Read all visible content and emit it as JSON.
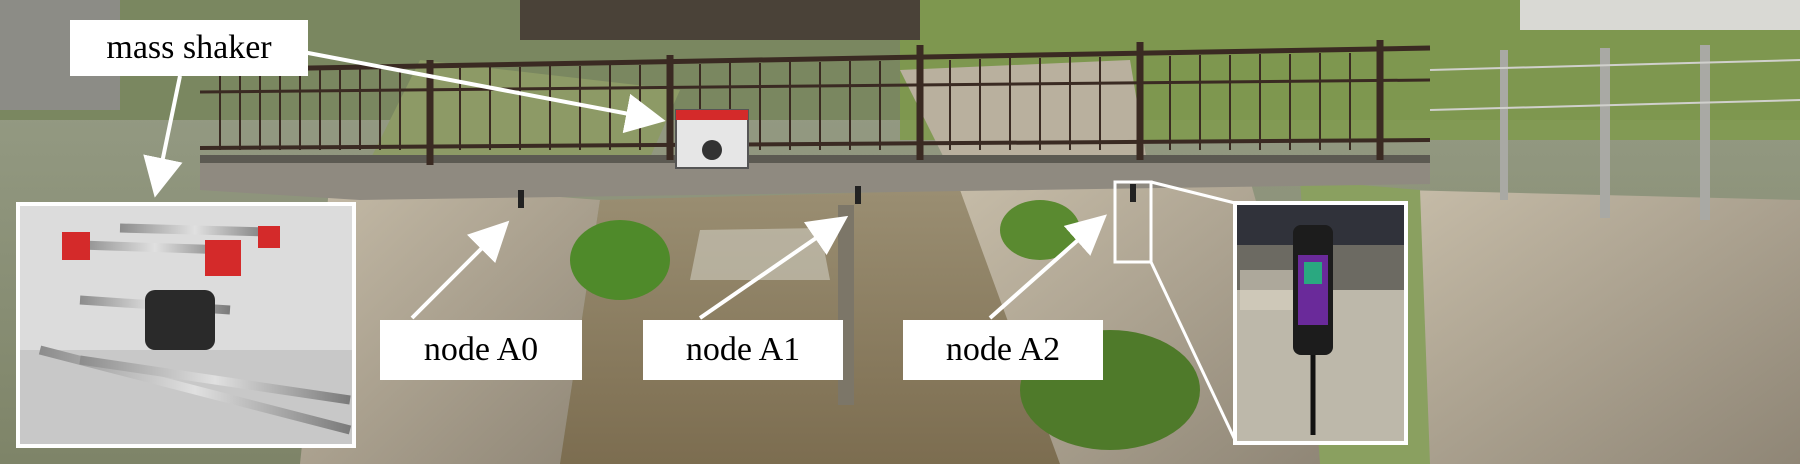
{
  "labels": {
    "mass_shaker": "mass shaker",
    "node_a0": "node A0",
    "node_a1": "node A1",
    "node_a2": "node A2"
  },
  "colors": {
    "label_bg": "#ffffff",
    "arrow": "#ffffff",
    "shaker_accent": "#d42a2a",
    "water": "#8a7b5c",
    "vegetation": "#4f7a2a",
    "concrete": "#b7ad9d",
    "railing": "#3a2a22"
  },
  "icons": {
    "arrow": "arrow-icon",
    "sensor": "sensor-node-icon",
    "shaker": "mass-shaker-icon"
  }
}
